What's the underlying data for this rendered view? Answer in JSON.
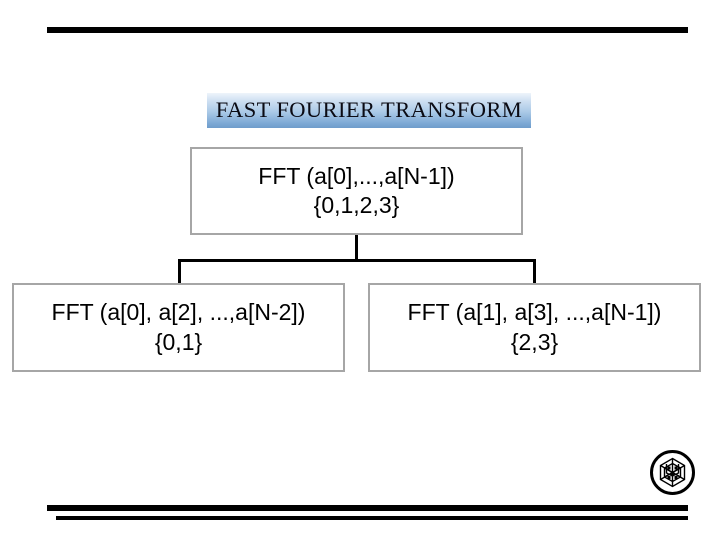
{
  "slide": {
    "title": "FAST FOURIER TRANSFORM",
    "background_color": "#ffffff",
    "title_band": {
      "gradient_top_color": "#eef4fb",
      "gradient_bottom_color": "#6e9ccb",
      "text_color": "#0b0b14"
    },
    "rules": {
      "top_label": "top-divider-rule",
      "bottom_thick_label": "bottom-divider-rule-thick",
      "bottom_thin_label": "bottom-divider-rule-thin",
      "color": "#000000"
    }
  },
  "tree": {
    "border_color": "#a6a6a6",
    "connector_color": "#000000",
    "root": {
      "line1": "FFT (a[0],...,a[N-1])",
      "line2": "{0,1,2,3}"
    },
    "children": [
      {
        "line1": "FFT (a[0], a[2], ...,a[N-2])",
        "line2": "{0,1}"
      },
      {
        "line1": "FFT (a[1], a[3], ...,a[N-1])",
        "line2": "{2,3}"
      }
    ]
  },
  "emblem": {
    "name": "circular-institution-logo",
    "color": "#000000"
  }
}
